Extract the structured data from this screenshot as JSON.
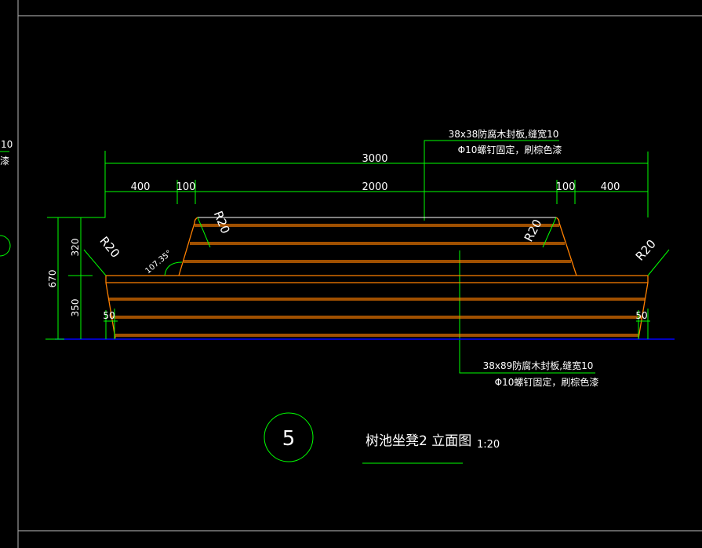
{
  "drawing": {
    "title": "树池坐凳2 立面图",
    "scale": "1:20",
    "detail_number": "5",
    "colors": {
      "dimension": "#00ff00",
      "wood": "#ff8000",
      "ground": "#0000ff",
      "text": "#ffffff",
      "background": "#000000"
    }
  },
  "notes": {
    "top_line1": "38x38防腐木封板,缝宽10",
    "top_line2": "Φ10螺钉固定，刷棕色漆",
    "bottom_line1": "38x89防腐木封板,缝宽10",
    "bottom_line2": "Φ10螺钉固定，刷棕色漆"
  },
  "dimensions": {
    "overall_width": "3000",
    "left_400": "400",
    "left_100": "100",
    "middle": "2000",
    "right_100": "100",
    "right_400": "400",
    "total_height": "670",
    "upper_height": "320",
    "lower_height": "350",
    "left_offset": "50",
    "right_offset": "50",
    "radius_left": "R20",
    "radius_top_left": "R20",
    "radius_top_right": "R20",
    "radius_right": "R20",
    "angle": "107.35°"
  },
  "side_fragment": {
    "text1": "10",
    "text2": "漆"
  }
}
